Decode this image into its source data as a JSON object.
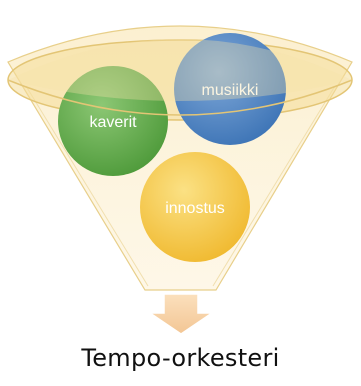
{
  "funnel": {
    "circles": [
      {
        "label": "kaverit",
        "color": "#5fa64a",
        "icon": "circle"
      },
      {
        "label": "musiikki",
        "color": "#4f86c4",
        "icon": "circle"
      },
      {
        "label": "innostus",
        "color": "#f5c64a",
        "icon": "circle"
      }
    ],
    "funnel_color": "#f7e3a8",
    "arrow_color": "#f7d3a8"
  },
  "caption": "Tempo-orkesteri"
}
